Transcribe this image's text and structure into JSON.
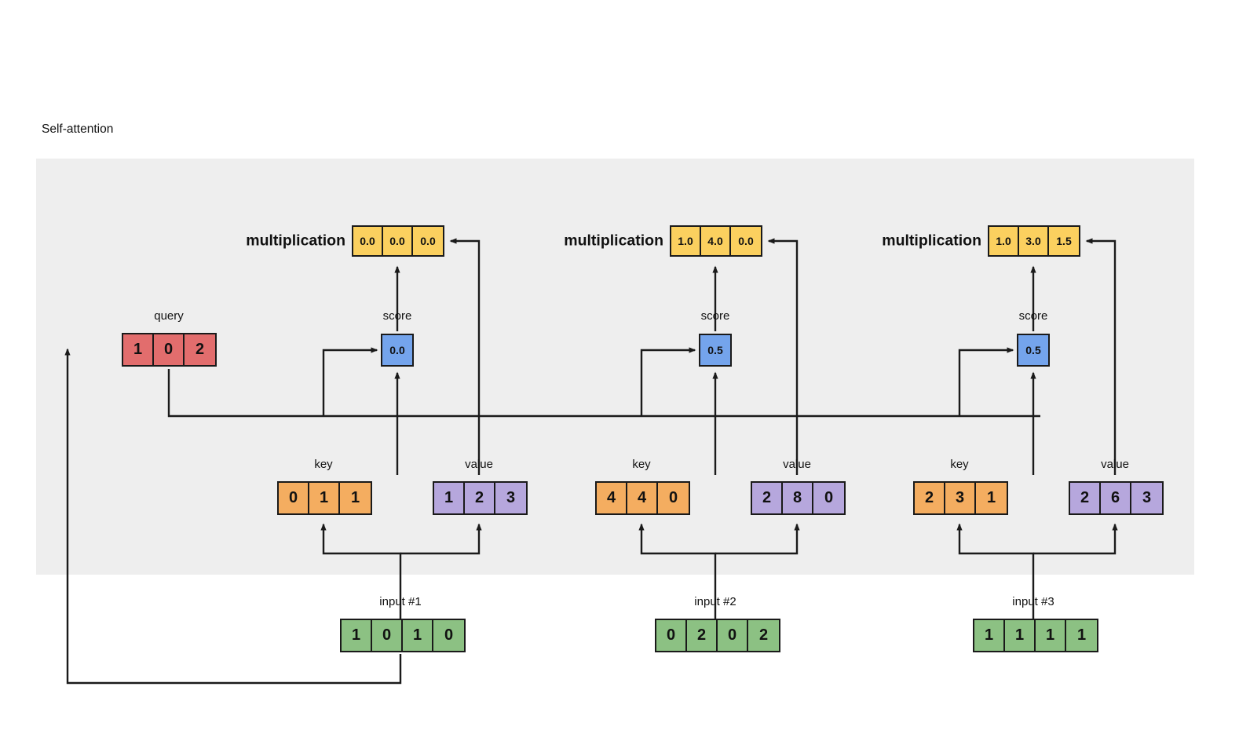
{
  "title": "Self-attention",
  "colors": {
    "panel_background": "#eeeeee",
    "page_background": "#ffffff",
    "query": "#e26d6d",
    "key": "#f4ad60",
    "value": "#b6a7dd",
    "input": "#8cc183",
    "score": "#74a4ec",
    "multiplication": "#fbd05f",
    "stroke": "#1a1a1a"
  },
  "labels": {
    "query": "query",
    "key": "key",
    "value": "value",
    "score": "score",
    "multiplication": "multiplication"
  },
  "query": {
    "label": "query",
    "values": [
      "1",
      "0",
      "2"
    ]
  },
  "columns": [
    {
      "id": "input-1",
      "input_label": "input #1",
      "input_values": [
        "1",
        "0",
        "1",
        "0"
      ],
      "key_label": "key",
      "key_values": [
        "0",
        "1",
        "1"
      ],
      "value_label": "value",
      "value_values": [
        "1",
        "2",
        "3"
      ],
      "score_label": "score",
      "score_value": "0.0",
      "multiplication_label": "multiplication",
      "multiplication_values": [
        "0.0",
        "0.0",
        "0.0"
      ]
    },
    {
      "id": "input-2",
      "input_label": "input #2",
      "input_values": [
        "0",
        "2",
        "0",
        "2"
      ],
      "key_label": "key",
      "key_values": [
        "4",
        "4",
        "0"
      ],
      "value_label": "value",
      "value_values": [
        "2",
        "8",
        "0"
      ],
      "score_label": "score",
      "score_value": "0.5",
      "multiplication_label": "multiplication",
      "multiplication_values": [
        "1.0",
        "4.0",
        "0.0"
      ]
    },
    {
      "id": "input-3",
      "input_label": "input #3",
      "input_values": [
        "1",
        "1",
        "1",
        "1"
      ],
      "key_label": "key",
      "key_values": [
        "2",
        "3",
        "1"
      ],
      "value_label": "value",
      "value_values": [
        "2",
        "6",
        "3"
      ],
      "score_label": "score",
      "score_value": "0.5",
      "multiplication_label": "multiplication",
      "multiplication_values": [
        "1.0",
        "3.0",
        "1.5"
      ]
    }
  ],
  "chart_data": {
    "type": "diagram",
    "title": "Self-attention",
    "description": "Self-attention computation for query derived from input #1 against keys and values of three inputs",
    "nodes": [
      {
        "name": "query",
        "values": [
          1,
          0,
          2
        ],
        "color": "#e26d6d"
      },
      {
        "name": "input #1",
        "values": [
          1,
          0,
          1,
          0
        ],
        "color": "#8cc183"
      },
      {
        "name": "input #2",
        "values": [
          0,
          2,
          0,
          2
        ],
        "color": "#8cc183"
      },
      {
        "name": "input #3",
        "values": [
          1,
          1,
          1,
          1
        ],
        "color": "#8cc183"
      },
      {
        "name": "key #1",
        "values": [
          0,
          1,
          1
        ],
        "color": "#f4ad60"
      },
      {
        "name": "key #2",
        "values": [
          4,
          4,
          0
        ],
        "color": "#f4ad60"
      },
      {
        "name": "key #3",
        "values": [
          2,
          3,
          1
        ],
        "color": "#f4ad60"
      },
      {
        "name": "value #1",
        "values": [
          1,
          2,
          3
        ],
        "color": "#b6a7dd"
      },
      {
        "name": "value #2",
        "values": [
          2,
          8,
          0
        ],
        "color": "#b6a7dd"
      },
      {
        "name": "value #3",
        "values": [
          2,
          6,
          3
        ],
        "color": "#b6a7dd"
      },
      {
        "name": "score #1",
        "values": [
          0.0
        ],
        "color": "#74a4ec"
      },
      {
        "name": "score #2",
        "values": [
          0.5
        ],
        "color": "#74a4ec"
      },
      {
        "name": "score #3",
        "values": [
          0.5
        ],
        "color": "#74a4ec"
      },
      {
        "name": "multiplication #1",
        "values": [
          0.0,
          0.0,
          0.0
        ],
        "color": "#fbd05f"
      },
      {
        "name": "multiplication #2",
        "values": [
          1.0,
          4.0,
          0.0
        ],
        "color": "#fbd05f"
      },
      {
        "name": "multiplication #3",
        "values": [
          1.0,
          3.0,
          1.5
        ],
        "color": "#fbd05f"
      }
    ]
  }
}
